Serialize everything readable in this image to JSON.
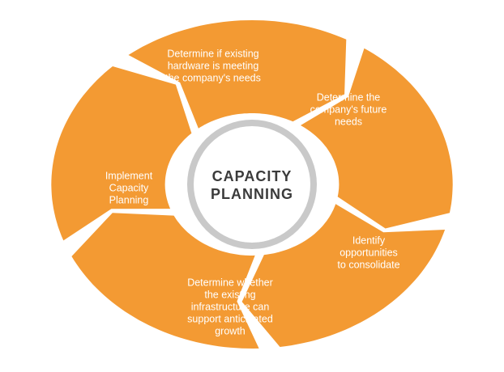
{
  "colors": {
    "segment": "#f39a33",
    "ring": "#c9c9c9",
    "hub": "#ffffff",
    "title": "#3b3b3b"
  },
  "center": {
    "title": "CAPACITY\nPLANNING"
  },
  "segments": [
    {
      "label": "Determine if existing\nhardware is meeting\nthe company's needs"
    },
    {
      "label": "Determine the\ncompany's future\nneeds"
    },
    {
      "label": "Identify\nopportunities\nto consolidate"
    },
    {
      "label": "Determine whether\nthe existing\ninfrastructure can\nsupport anticipated\ngrowth"
    },
    {
      "label": "Implement\nCapacity\nPlanning"
    }
  ]
}
